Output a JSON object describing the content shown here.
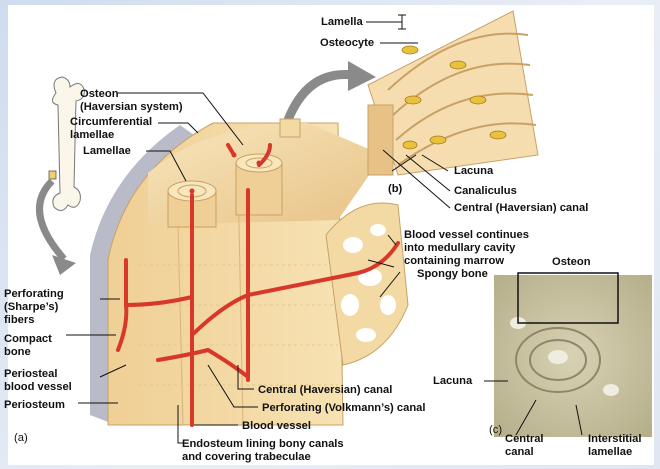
{
  "labels": {
    "lamella": "Lamella",
    "osteocyte": "Osteocyte",
    "osteon": "Osteon\n(Haversian system)",
    "circumferential_lamellae": "Circumferential\nlamellae",
    "lamellae": "Lamellae",
    "lacuna_b": "Lacuna",
    "canaliculus": "Canaliculus",
    "central_canal_b": "Central (Haversian) canal",
    "panel_b": "(b)",
    "blood_vessel_continues": "Blood vessel continues\ninto medullary cavity\ncontaining marrow",
    "spongy_bone": "Spongy bone",
    "perforating_fibers": "Perforating\n(Sharpe’s)\nfibers",
    "compact_bone": "Compact\nbone",
    "periosteal_blood_vessel": "Periosteal\nblood vessel",
    "periosteum": "Periosteum",
    "panel_a": "(a)",
    "central_canal_a": "Central (Haversian) canal",
    "perforating_canal": "Perforating (Volkmann’s) canal",
    "blood_vessel": "Blood vessel",
    "endosteum": "Endosteum lining bony canals\nand covering trabeculae",
    "osteon_c": "Osteon",
    "lacuna_c": "Lacuna",
    "panel_c": "(c)",
    "central_canal_c": "Central\ncanal",
    "interstitial_lamellae": "Interstitial\nlamellae"
  },
  "colors": {
    "bone": "#f3d9a4",
    "bone_dark": "#d9b477",
    "vessel": "#d8382a",
    "periosteum": "#b9bcc8",
    "osteocyte": "#e8c23a",
    "micrograph": "#c9c3a2",
    "pointer_arrow": "#8a8a8a"
  }
}
